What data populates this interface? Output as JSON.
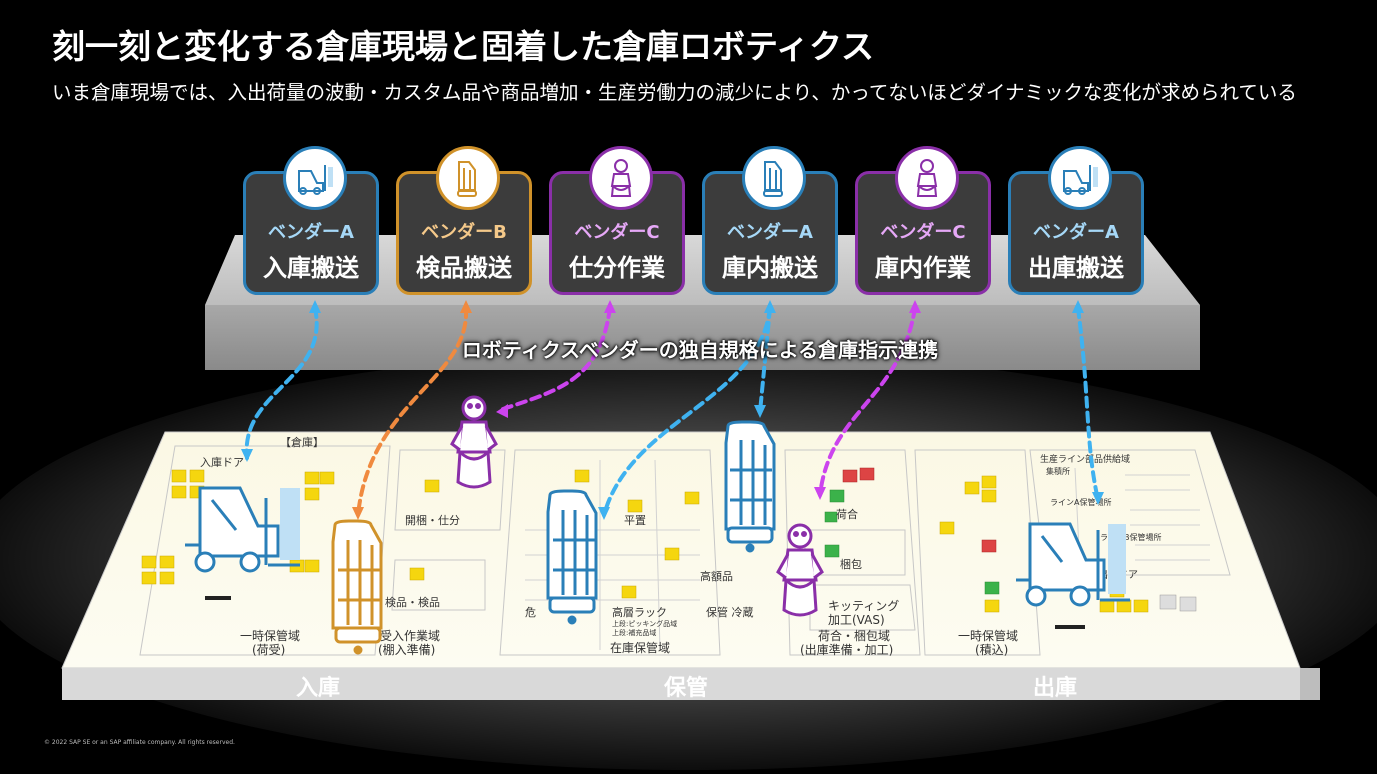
{
  "title": "刻一刻と変化する倉庫現場と固着した倉庫ロボティクス",
  "subtitle": "いま倉庫現場では、入出荷量の波動・カスタム品や商品増加・生産労働力の減少により、かってないほどダイナミックな変化が求められている",
  "cards": [
    {
      "vendor": "ベンダーA",
      "task": "入庫搬送",
      "icon": "forklift-icon",
      "color": "#2a7fb8"
    },
    {
      "vendor": "ベンダーB",
      "task": "検品搬送",
      "icon": "amr-orange-icon",
      "color": "#d0922a"
    },
    {
      "vendor": "ベンダーC",
      "task": "仕分作業",
      "icon": "humanoid-robot-icon",
      "color": "#8a2fa8"
    },
    {
      "vendor": "ベンダーA",
      "task": "庫内搬送",
      "icon": "amr-blue-icon",
      "color": "#2a7fb8"
    },
    {
      "vendor": "ベンダーC",
      "task": "庫内作業",
      "icon": "humanoid-robot-icon",
      "color": "#8a2fa8"
    },
    {
      "vendor": "ベンダーA",
      "task": "出庫搬送",
      "icon": "forklift-icon",
      "color": "#2a7fb8"
    }
  ],
  "band_label": "ロボティクスベンダーの独自規格による倉庫指示連携",
  "warehouse": {
    "header": "【倉庫】",
    "inbound_door": "入庫ドア",
    "areas": {
      "unpack": "開梱・仕分",
      "inspect": "検品・検品",
      "temp_hold_in_1": "一時保管域",
      "temp_hold_in_2": "(荷受)",
      "receive_1": "受入作業域",
      "receive_2": "(棚入準備)",
      "high_rack": "高層ラック",
      "high_rack_note_1": "上段:ピッキング品域",
      "high_rack_note_2": "上段:補充品域",
      "storage": "在庫保管域",
      "danger": "危",
      "cold": "保管 冷蔵",
      "high_value": "高額品",
      "flat": "平置",
      "packing": "荷合",
      "wrap": "梱包",
      "kitting_1": "キッティング",
      "kitting_2": "加工(VAS)",
      "packing_zone_1": "荷合・梱包域",
      "packing_zone_2": "(出庫準備・加工)",
      "temp_hold_out_1": "一時保管域",
      "temp_hold_out_2": "(積込)",
      "line_supply": "生産ライン部品供給域",
      "line_collect": "集積所",
      "line_a": "ラインA保管場所",
      "line_b": "ラインB保管場所",
      "outbound_door": "出庫ドア"
    }
  },
  "zones": [
    "入庫",
    "保管",
    "出庫"
  ],
  "copyright": "© 2022 SAP SE or an SAP affiliate company. All rights reserved.",
  "colors": {
    "vendor_a": "#2a7fb8",
    "vendor_b": "#d0922a",
    "vendor_c": "#8a2fa8",
    "arrow_a": "#3fb2f0",
    "arrow_b": "#f08a3f",
    "arrow_c": "#cc44ee"
  }
}
